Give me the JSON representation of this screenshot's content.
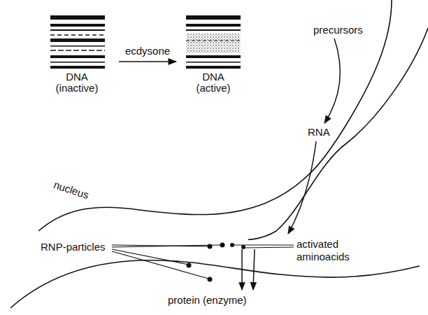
{
  "diagram": {
    "nodes": [
      {
        "text": [
          "DNA (inactive)"
        ]
      },
      {
        "text": [
          "DNA (active)"
        ]
      }
    ],
    "edges": [
      {
        "from": 0,
        "to": 1,
        "label": "ecdysone",
        "arrow": "to"
      }
    ],
    "labels": [
      "precursors",
      "RNA",
      "nucleus",
      "RNP-particles",
      "activated aminoacids",
      "protein (enzyme)"
    ]
  }
}
